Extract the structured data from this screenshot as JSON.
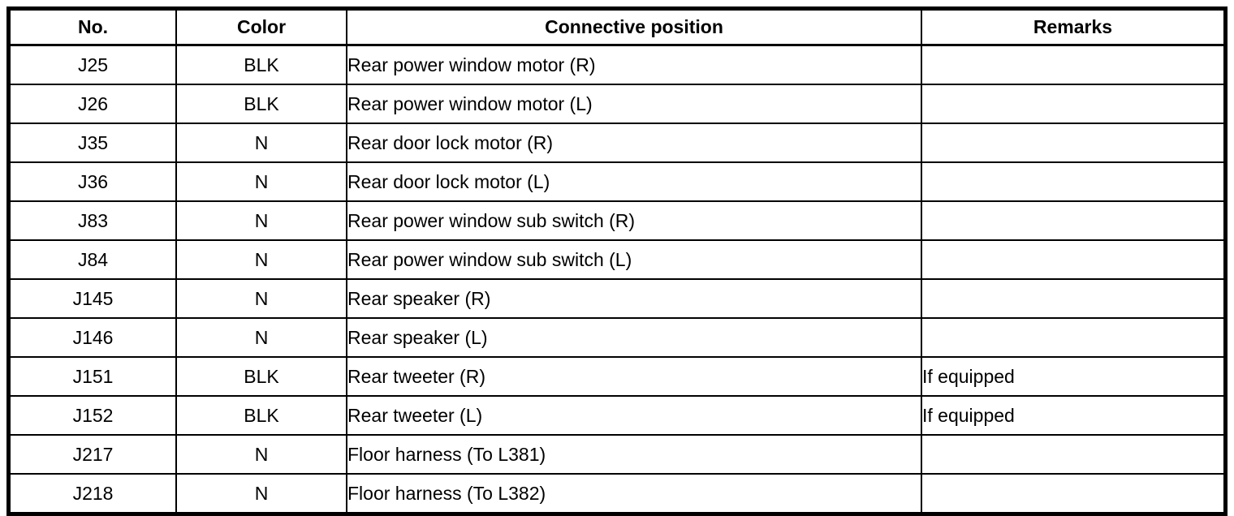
{
  "table": {
    "headers": [
      "No.",
      "Color",
      "Connective position",
      "Remarks"
    ],
    "col_names": [
      "cell-no",
      "cell-color",
      "cell-connective-position",
      "cell-remarks"
    ],
    "rows": [
      [
        "J25",
        "BLK",
        "Rear power window motor (R)",
        ""
      ],
      [
        "J26",
        "BLK",
        "Rear power window motor (L)",
        ""
      ],
      [
        "J35",
        "N",
        "Rear door lock motor (R)",
        ""
      ],
      [
        "J36",
        "N",
        "Rear door lock motor (L)",
        ""
      ],
      [
        "J83",
        "N",
        "Rear power window sub switch (R)",
        ""
      ],
      [
        "J84",
        "N",
        "Rear power window sub switch (L)",
        ""
      ],
      [
        "J145",
        "N",
        "Rear speaker (R)",
        ""
      ],
      [
        "J146",
        "N",
        "Rear speaker (L)",
        ""
      ],
      [
        "J151",
        "BLK",
        "Rear tweeter (R)",
        "If equipped"
      ],
      [
        "J152",
        "BLK",
        "Rear tweeter (L)",
        "If equipped"
      ],
      [
        "J217",
        "N",
        "Floor harness (To L381)",
        ""
      ],
      [
        "J218",
        "N",
        "Floor harness (To L382)",
        ""
      ]
    ],
    "colors": {
      "border": "#000000",
      "background": "#ffffff",
      "text": "#000000"
    }
  }
}
